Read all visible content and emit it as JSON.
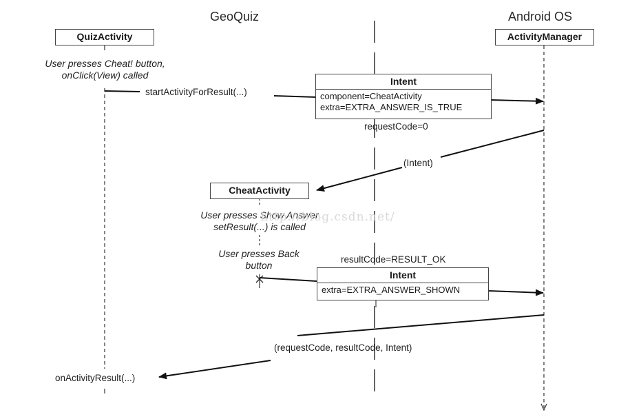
{
  "lanes": {
    "left_title": "GeoQuiz",
    "right_title": "Android OS"
  },
  "participants": {
    "quiz_activity": "QuizActivity",
    "activity_manager": "ActivityManager",
    "cheat_activity": "CheatActivity"
  },
  "notes": {
    "cheat_pressed_line1": "User presses Cheat! button,",
    "cheat_pressed_line2": "onClick(View) called",
    "show_answer_line1": "User presses Show Answer",
    "show_answer_line2": "setResult(...) is called",
    "back_line1": "User presses Back",
    "back_line2": "button"
  },
  "messages": {
    "start_activity": "startActivityForResult(...)",
    "request_code": "requestCode=0",
    "intent_to_cheat": "(Intent)",
    "result_code": "resultCode=RESULT_OK",
    "result_tuple": "(requestCode, resultCode, Intent)",
    "on_activity_result": "onActivityResult(...)"
  },
  "intent_boxes": [
    {
      "title": "Intent",
      "lines": [
        "component=CheatActivity",
        "extra=EXTRA_ANSWER_IS_TRUE"
      ]
    },
    {
      "title": "Intent",
      "lines": [
        "extra=EXTRA_ANSWER_SHOWN"
      ]
    }
  ],
  "watermark": "http://blog.csdn.net/"
}
